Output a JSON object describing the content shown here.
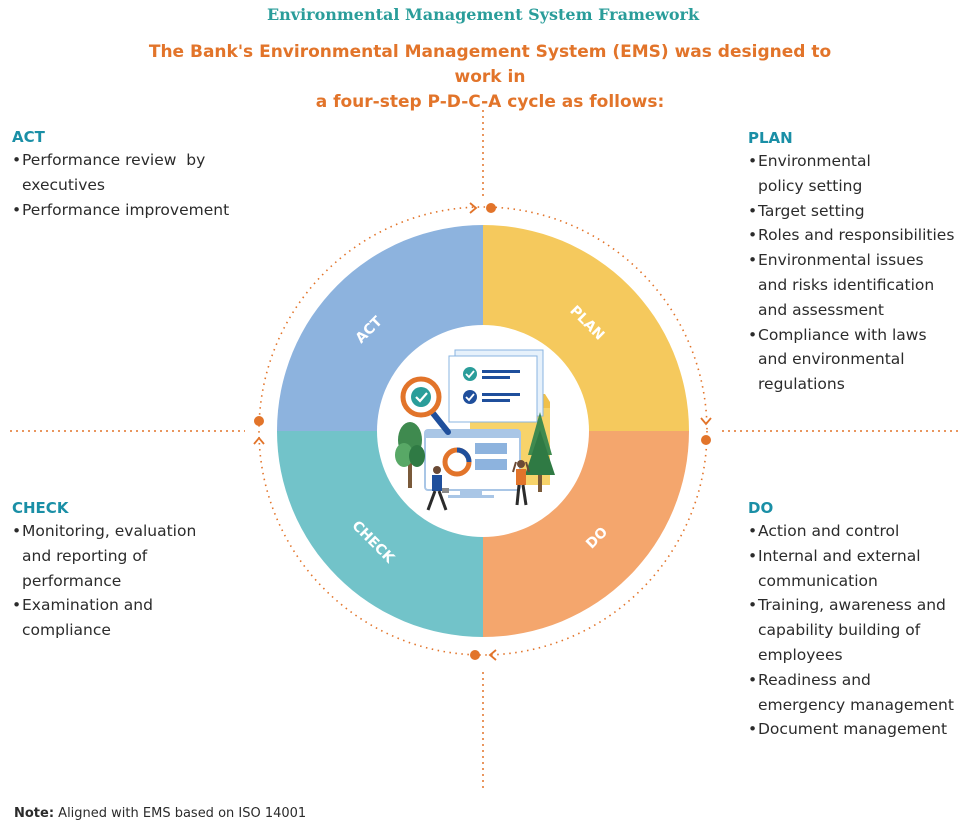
{
  "title": "Environmental Management System Framework",
  "subtitle": {
    "line1": "The Bank's Environmental Management System (EMS) was designed to work in",
    "line2": "a four-step P-D-C-A cycle as follows:"
  },
  "quadrants": {
    "act": {
      "label": "ACT",
      "color": "#8db3de",
      "heading": "ACT",
      "items": [
        "Performance review  by executives",
        "Performance improvement"
      ]
    },
    "plan": {
      "label": "PLAN",
      "color": "#f5c95d",
      "heading": "PLAN",
      "items": [
        "Environmental policy setting",
        "Target setting",
        "Roles and responsibilities",
        "Environmental issues and risks identification and assessment",
        "Compliance with laws and environmental regulations"
      ]
    },
    "check": {
      "label": "CHECK",
      "color": "#72c3c9",
      "heading": "CHECK",
      "items": [
        "Monitoring, evaluation and reporting of performance",
        "Examination and compliance"
      ]
    },
    "do": {
      "label": "DO",
      "color": "#f4a66d",
      "heading": "DO",
      "items": [
        "Action and control",
        "Internal and external communication",
        "Training, awareness and capability building of employees",
        "Readiness and emergency management",
        "Document management"
      ]
    }
  },
  "note": {
    "label": "Note:",
    "text": " Aligned with EMS based on ISO 14001"
  },
  "colors": {
    "accent_orange": "#e2742a",
    "teal": "#2a9d9a",
    "heading_blue": "#1a8fa6"
  },
  "icons": [
    "magnifier-check-icon",
    "checklist-document-icon",
    "folder-icon",
    "monitor-chart-icon",
    "tree-icon",
    "person-icon"
  ]
}
